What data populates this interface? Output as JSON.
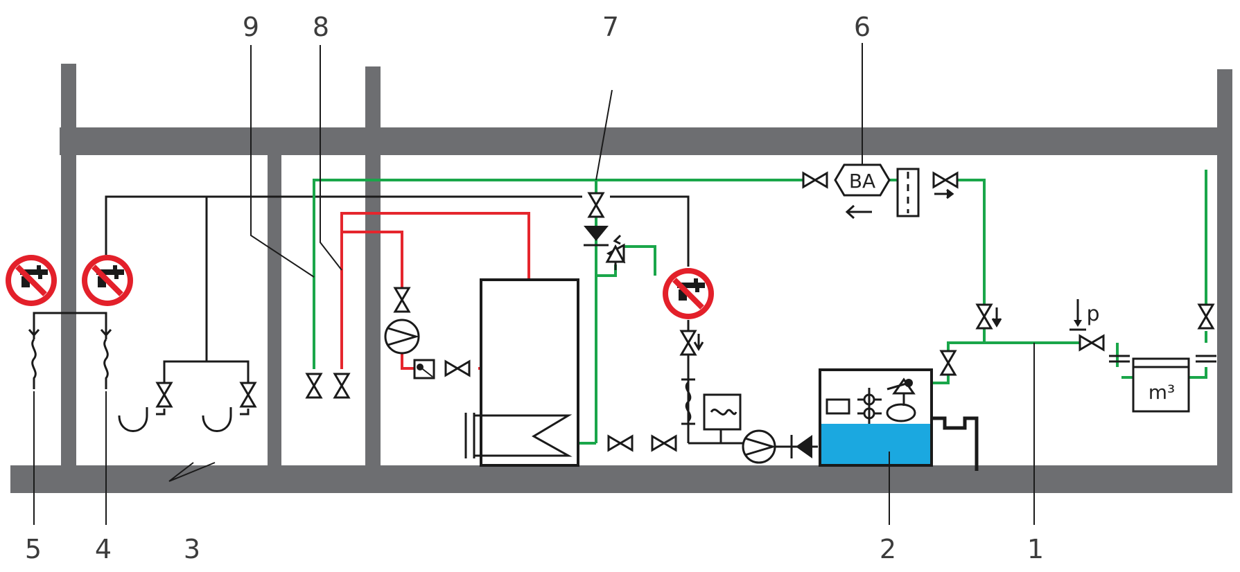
{
  "callouts": {
    "c1": "1",
    "c2": "2",
    "c3": "3",
    "c4": "4",
    "c5": "5",
    "c6": "6",
    "c7": "7",
    "c8": "8",
    "c9": "9"
  },
  "symbols": {
    "backflow_preventer_text": "BA",
    "water_meter_text": "m³",
    "pressure_text": "p"
  },
  "colors": {
    "building_structure": "#6d6e71",
    "potable_water_pipe": "#1aa64a",
    "heating_hot_pipe": "#e5262d",
    "rainwater_pipe": "#1a1a1a",
    "tank_water": "#1ba8e0",
    "no_drinking_sign": "#e3202a"
  },
  "icons": [
    "no-drinking-water-sign-icon",
    "gate-valve-icon",
    "pump-icon",
    "check-valve-icon",
    "backflow-preventer-icon",
    "water-meter-icon",
    "storage-tank-icon",
    "hot-water-cylinder-icon",
    "safety-valve-icon",
    "filter-icon"
  ]
}
